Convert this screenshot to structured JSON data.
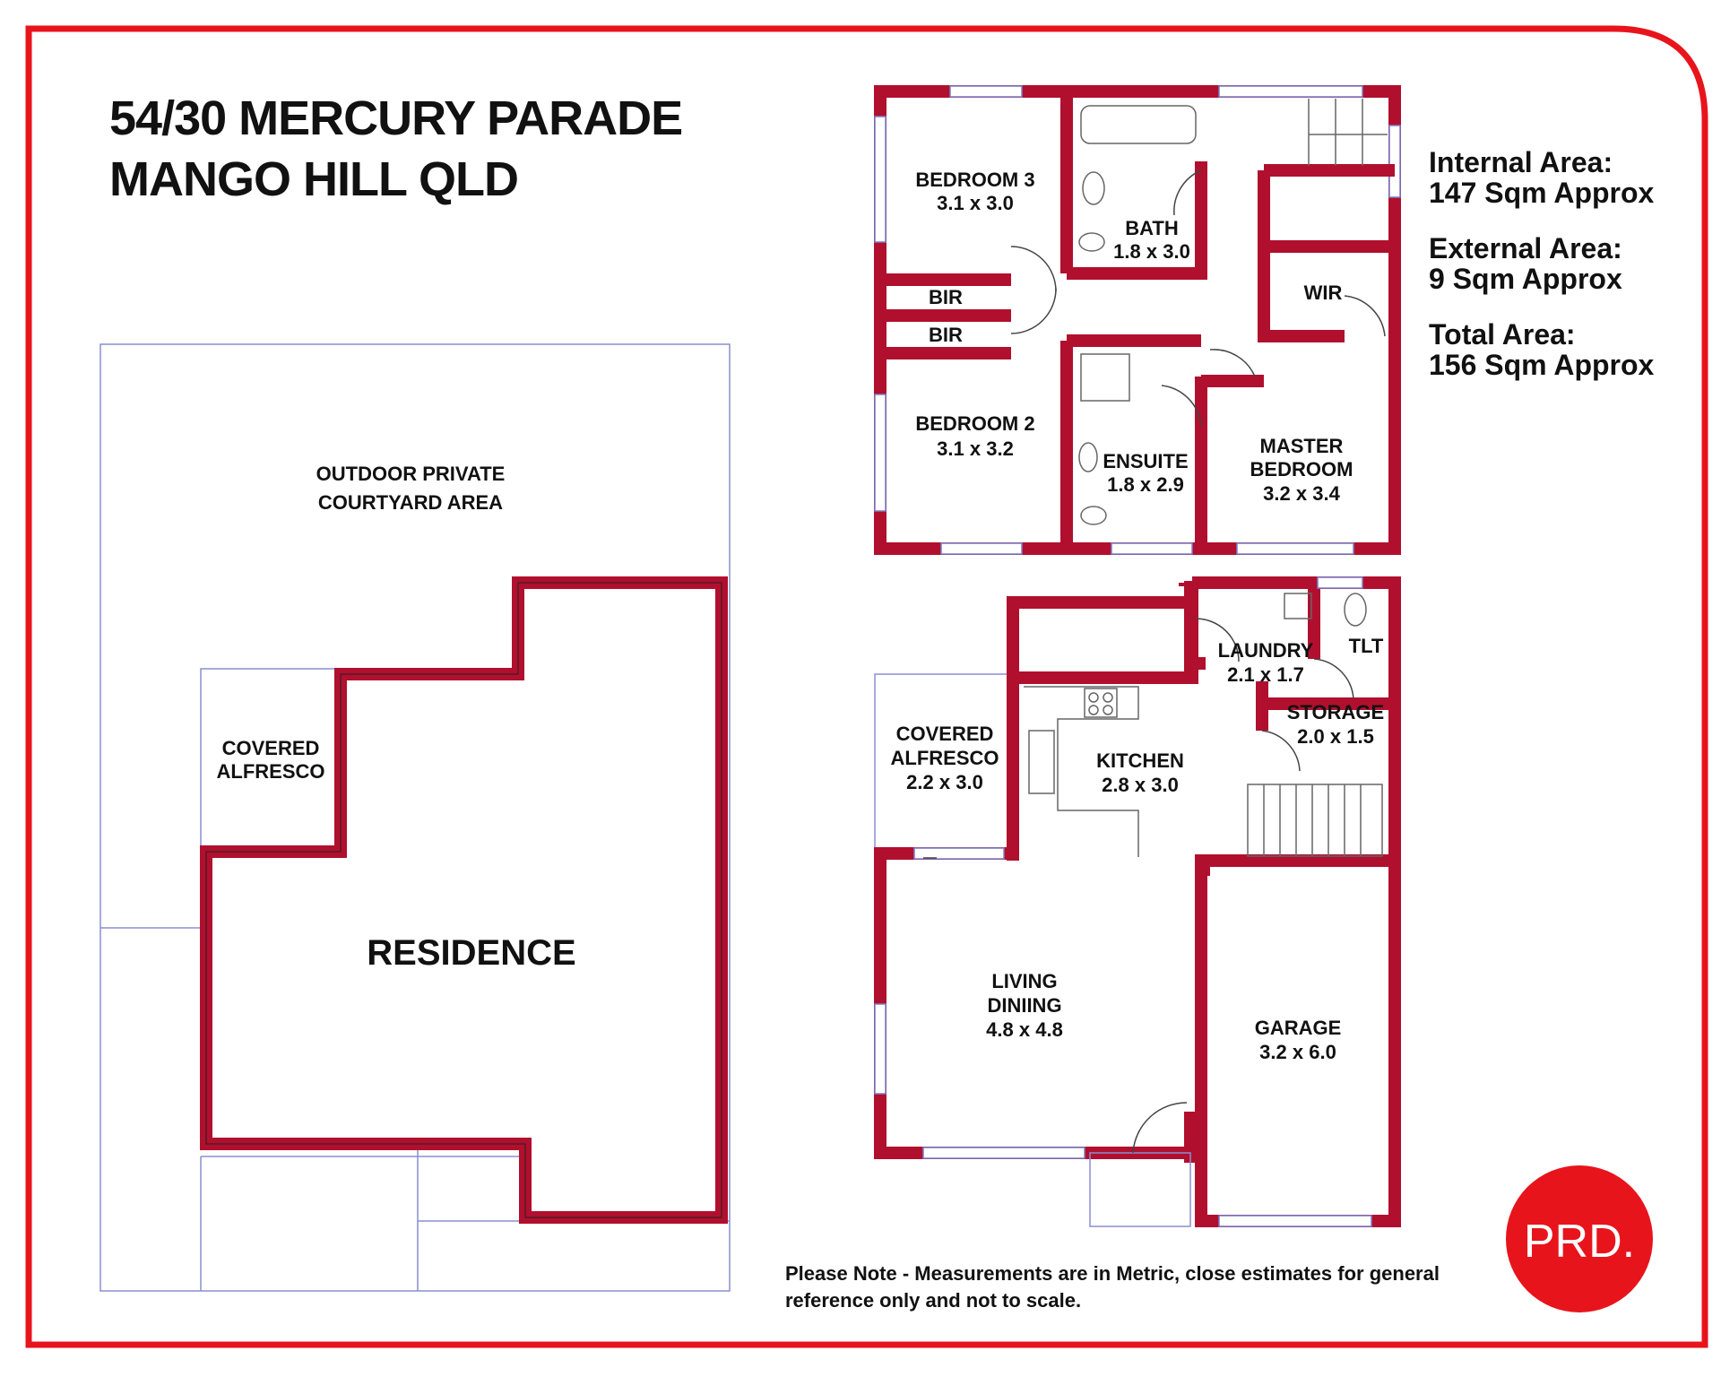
{
  "header": {
    "address_line1": "54/30 MERCURY PARADE",
    "address_line2": "MANGO HILL  QLD"
  },
  "areas": [
    {
      "label": "Internal Area:",
      "value": "147 Sqm Approx"
    },
    {
      "label": "External Area:",
      "value": "9 Sqm Approx"
    },
    {
      "label": "Total Area:",
      "value": "156 Sqm Approx"
    }
  ],
  "site_plan": {
    "courtyard_line1": "OUTDOOR PRIVATE",
    "courtyard_line2": "COURTYARD AREA",
    "alfresco_line1": "COVERED",
    "alfresco_line2": "ALFRESCO",
    "residence": "RESIDENCE"
  },
  "upper_floor": {
    "bedroom3": {
      "name": "BEDROOM 3",
      "dims": "3.1 x 3.0"
    },
    "bath": {
      "name": "BATH",
      "dims": "1.8 x 3.0"
    },
    "bir1": {
      "name": "BIR"
    },
    "bir2": {
      "name": "BIR"
    },
    "wir": {
      "name": "WIR"
    },
    "bedroom2": {
      "name": "BEDROOM 2",
      "dims": "3.1 x 3.2"
    },
    "ensuite": {
      "name": "ENSUITE",
      "dims": "1.8 x 2.9"
    },
    "master": {
      "name1": "MASTER",
      "name2": "BEDROOM",
      "dims": "3.2 x 3.4"
    }
  },
  "ground_floor": {
    "laundry": {
      "name": "LAUNDRY",
      "dims": "2.1 x 1.7"
    },
    "tlt": {
      "name": "TLT"
    },
    "storage": {
      "name": "STORAGE",
      "dims": "2.0 x 1.5"
    },
    "alfresco": {
      "name1": "COVERED",
      "name2": "ALFRESCO",
      "dims": "2.2 x 3.0"
    },
    "kitchen": {
      "name": "KITCHEN",
      "dims": "2.8 x 3.0"
    },
    "living": {
      "name1": "LIVING",
      "name2": "DINIING",
      "dims": "4.8 x 4.8"
    },
    "garage": {
      "name": "GARAGE",
      "dims": "3.2 x 6.0"
    }
  },
  "footer": {
    "note_line1": "Please Note - Measurements are in Metric, close estimates for general",
    "note_line2": "reference only and not to scale.",
    "logo": "PRD."
  },
  "colors": {
    "frame": "#e8141c",
    "wall": "#b10f2e",
    "thin_line": "#8a8fd0",
    "logo_bg": "#e8141c"
  }
}
